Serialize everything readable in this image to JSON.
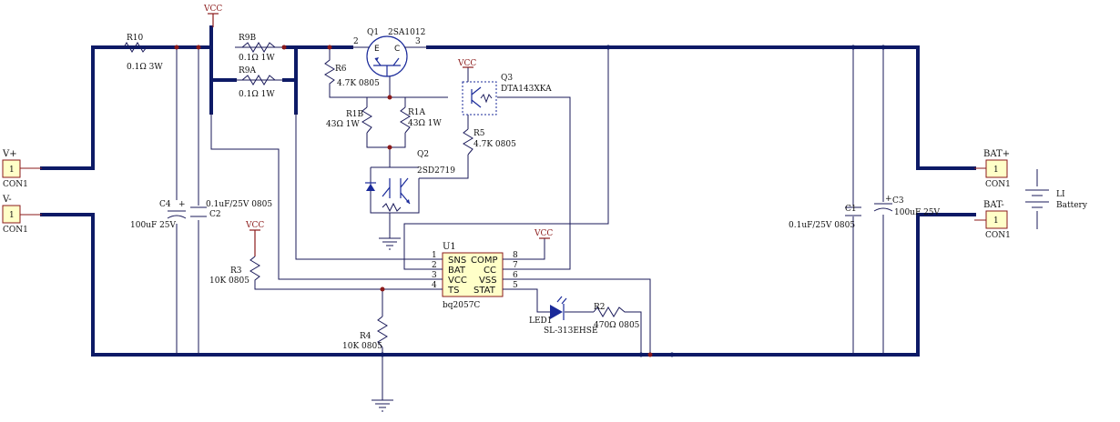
{
  "connectors": {
    "vplus": {
      "label": "V+",
      "pin": "1",
      "part": "CON1"
    },
    "vminus": {
      "label": "V-",
      "pin": "1",
      "part": "CON1"
    },
    "batplus": {
      "label": "BAT+",
      "pin": "1",
      "part": "CON1"
    },
    "batminus": {
      "label": "BAT-",
      "pin": "1",
      "part": "CON1"
    }
  },
  "power": {
    "vcc": "VCC"
  },
  "parts": {
    "r10": {
      "ref": "R10",
      "value": "0.1Ω 3W"
    },
    "r9b": {
      "ref": "R9B",
      "value": "0.1Ω 1W"
    },
    "r9a": {
      "ref": "R9A",
      "value": "0.1Ω 1W"
    },
    "q1": {
      "ref": "Q1",
      "part": "2SA1012",
      "pin_e": "E",
      "pin_c": "C",
      "pin2": "2",
      "pin3": "3"
    },
    "r6": {
      "ref": "R6",
      "value": "4.7K 0805"
    },
    "r1b": {
      "ref": "R1B",
      "value": "43Ω 1W"
    },
    "r1a": {
      "ref": "R1A",
      "value": "43Ω 1W"
    },
    "q2": {
      "ref": "Q2",
      "part": "2SD2719"
    },
    "q3": {
      "ref": "Q3",
      "part": "DTA143XKA"
    },
    "r5": {
      "ref": "R5",
      "value": "4.7K 0805"
    },
    "c4": {
      "ref": "C4",
      "value": "100uF 25V",
      "polarity": "+"
    },
    "c2": {
      "ref": "C2",
      "value": "0.1uF/25V 0805"
    },
    "r3": {
      "ref": "R3",
      "value": "10K 0805"
    },
    "r4": {
      "ref": "R4",
      "value": "10K 0805"
    },
    "led1": {
      "ref": "LED1",
      "part": "SL-313EHSE"
    },
    "r2": {
      "ref": "R2",
      "value": "470Ω 0805"
    },
    "c1": {
      "ref": "C1",
      "value": "0.1uF/25V 0805"
    },
    "c3": {
      "ref": "C3",
      "value": "100uF 25V",
      "polarity": "+"
    },
    "battery": {
      "ref": "LI",
      "part": "Battery"
    }
  },
  "u1": {
    "ref": "U1",
    "part": "bq2057C",
    "left_pins": [
      {
        "num": "1",
        "name": "SNS"
      },
      {
        "num": "2",
        "name": "BAT"
      },
      {
        "num": "3",
        "name": "VCC"
      },
      {
        "num": "4",
        "name": "TS"
      }
    ],
    "right_pins": [
      {
        "num": "8",
        "name": "COMP"
      },
      {
        "num": "7",
        "name": "CC"
      },
      {
        "num": "6",
        "name": "VSS"
      },
      {
        "num": "5",
        "name": "STAT"
      }
    ]
  }
}
